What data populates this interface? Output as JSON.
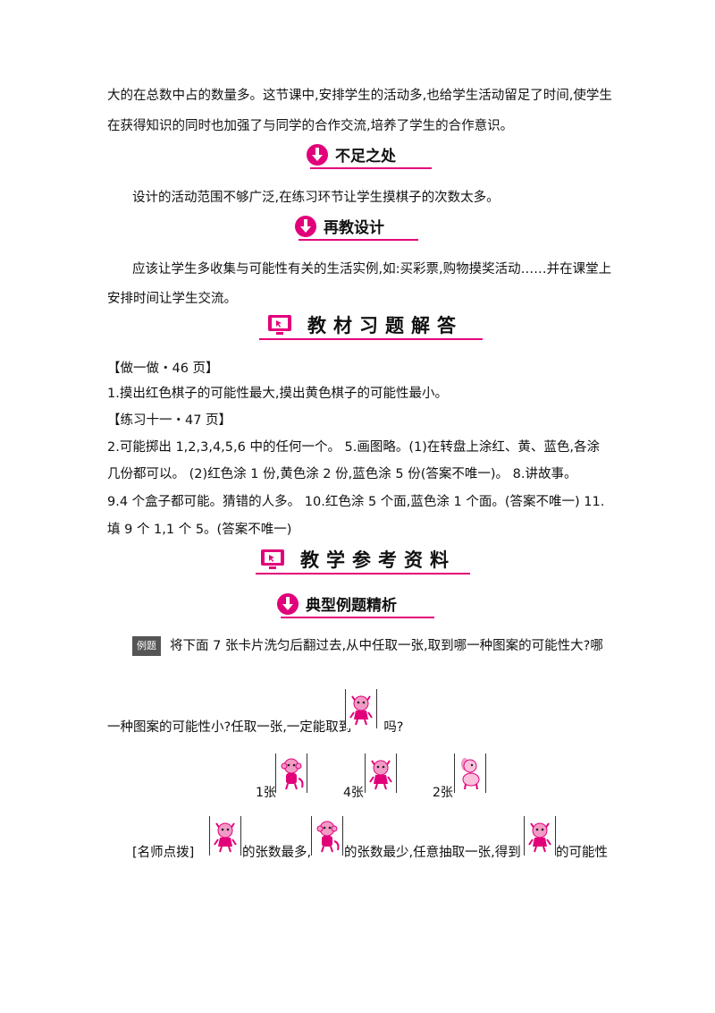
{
  "intro": {
    "line1": "大的在总数中占的数量多。这节课中,安排学生的活动多,也给学生活动留足了时间,使学生",
    "line2": "在获得知识的同时也加强了与同学的合作交流,培养了学生的合作意识。"
  },
  "shortcomings": {
    "title": "不足之处",
    "text": "设计的活动范围不够广泛,在练习环节让学生摸棋子的次数太多。"
  },
  "redesign": {
    "title": "再教设计",
    "line1": "应该让学生多收集与可能性有关的生活实例,如:买彩票,购物摸奖活动……并在课堂上",
    "line2": "安排时间让学生交流。"
  },
  "textbook_answers": {
    "title": "教材习题解答",
    "ref1": "【做一做・46 页】",
    "ans1": "1.摸出红色棋子的可能性最大,摸出黄色棋子的可能性最小。",
    "ref2": "【练习十一・47 页】",
    "ans2_l1": "2.可能掷出 1,2,3,4,5,6 中的任何一个。   5.画图略。(1)在转盘上涂红、黄、蓝色,各涂",
    "ans2_l2": "几份都可以。   (2)红色涂 1 份,黄色涂 2 份,蓝色涂 5 份(答案不唯一)。   8.讲故事。",
    "ans2_l3": "9.4 个盒子都可能。猜错的人多。   10.红色涂 5 个面,蓝色涂 1 个面。(答案不唯一)   11.",
    "ans2_l4": "填 9 个 1,1 个 5。(答案不唯一)"
  },
  "reference": {
    "title": "教学参考资料",
    "sub_title": "典型例题精析",
    "example_tag": "例题",
    "example_l1": "将下面 7 张卡片洗匀后翻过去,从中任取一张,取到哪一种图案的可能性大?哪",
    "example_l2a": "一种图案的可能性小?任取一张,一定能取到",
    "example_l2b": "吗?",
    "cards": [
      {
        "label": "1张",
        "icon": "monkey-card-icon"
      },
      {
        "label": "4张",
        "icon": "cat-card-icon"
      },
      {
        "label": "2张",
        "icon": "dog-card-icon"
      }
    ],
    "hint_label": "[名师点拨]",
    "hint_a": "的张数最多,",
    "hint_b": "的张数最少,任意抽取一张,得到",
    "hint_c": "的可能性"
  },
  "colors": {
    "accent": "#e2007a",
    "card_pink": "#f29ac6"
  }
}
